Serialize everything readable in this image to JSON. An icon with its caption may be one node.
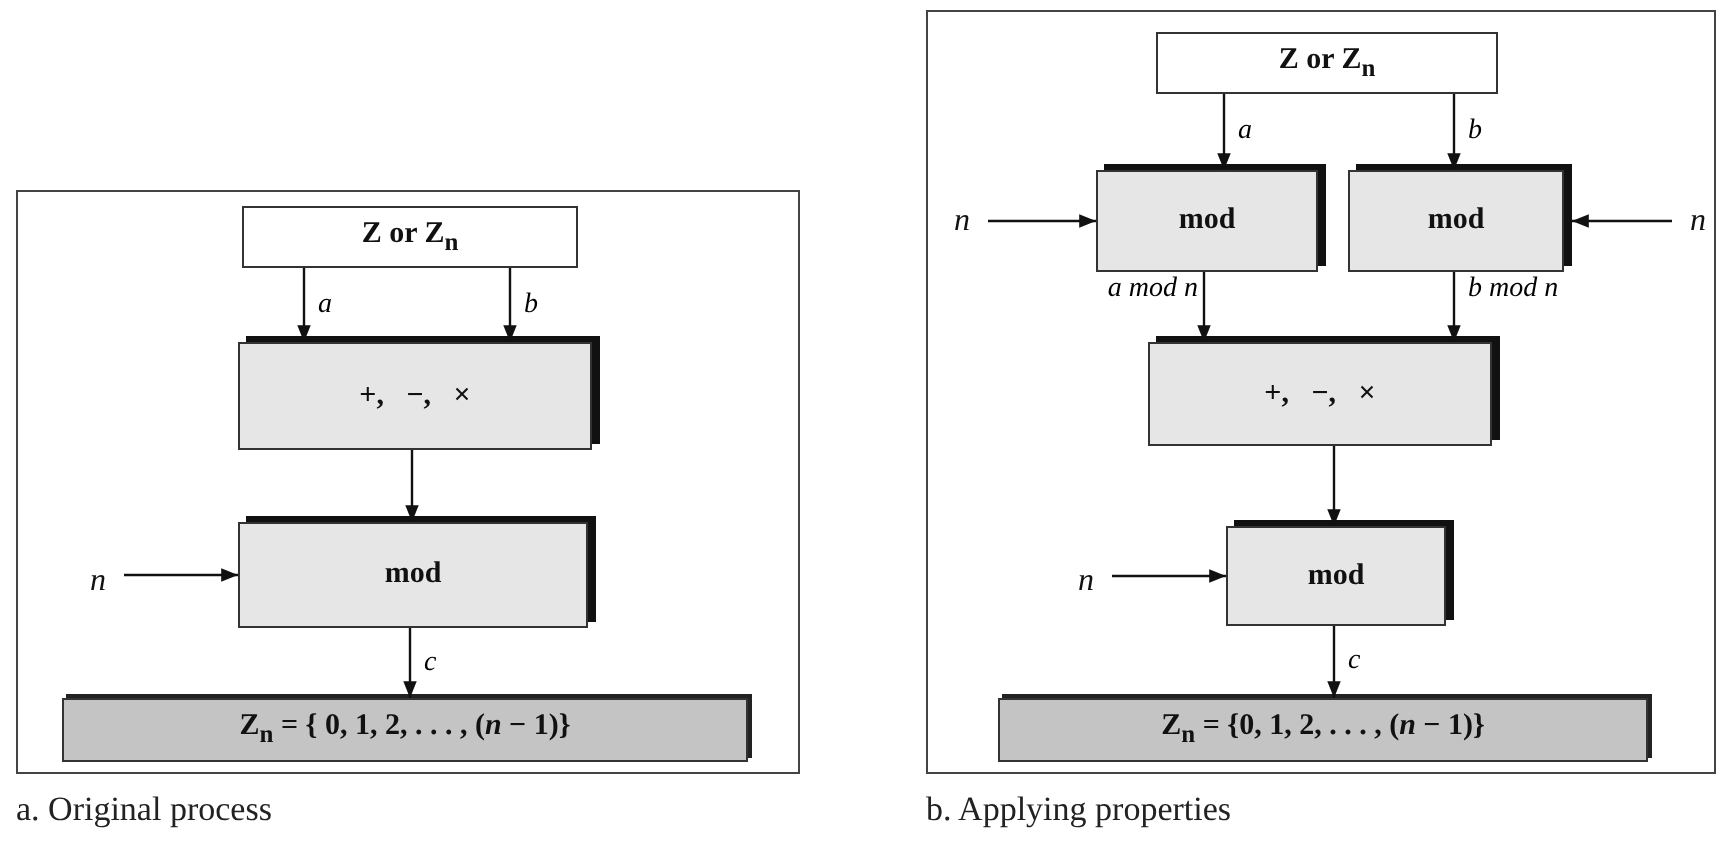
{
  "diagram": {
    "nodes": [
      {
        "text": [],
        "shape": "box",
        "beside": [
          "a. Original process"
        ]
      },
      {
        "text": [
          "Z or Z$_{n}$"
        ],
        "in": 0
      },
      {
        "text": [
          "+,   −,   ×"
        ],
        "in": 0
      },
      {
        "text": [
          "mod"
        ],
        "in": 0
      },
      {
        "text": [
          "n"
        ],
        "in": 0
      },
      {
        "text": [
          "Z$_{n}$ = { 0, 1, 2, . . . , (*n* − 1)}"
        ],
        "in": 0
      },
      {
        "text": [],
        "shape": "box",
        "beside": [
          "b. Applying properties"
        ]
      },
      {
        "text": [
          "Z or Z$_{n}$"
        ],
        "in": 6
      },
      {
        "text": [
          "n"
        ],
        "in": 6
      },
      {
        "text": [
          "mod"
        ],
        "in": 6
      },
      {
        "text": [
          "mod"
        ],
        "in": 6
      },
      {
        "text": [
          "n"
        ],
        "in": 6
      },
      {
        "text": [
          "+,   −,   ×"
        ],
        "in": 6
      },
      {
        "text": [
          "n"
        ],
        "in": 6
      },
      {
        "text": [
          "mod"
        ],
        "in": 6
      },
      {
        "text": [
          "Z$_{n}$ = {0, 1, 2, . . . , (*n* − 1)}"
        ],
        "in": 6
      }
    ],
    "edges": [
      {
        "from": 1,
        "to": 2,
        "arrow": "to",
        "label": "a"
      },
      {
        "from": 1,
        "to": 2,
        "arrow": "to",
        "label": "b"
      },
      {
        "from": 2,
        "to": 3,
        "arrow": "to"
      },
      {
        "from": 4,
        "to": 3,
        "arrow": "to"
      },
      {
        "from": 3,
        "to": 5,
        "arrow": "to",
        "label": "c"
      },
      {
        "from": 7,
        "to": 9,
        "arrow": "to",
        "label": "a"
      },
      {
        "from": 7,
        "to": 10,
        "arrow": "to",
        "label": "b"
      },
      {
        "from": 8,
        "to": 9,
        "arrow": "to"
      },
      {
        "from": 11,
        "to": 10,
        "arrow": "to"
      },
      {
        "from": 9,
        "to": 12,
        "arrow": "to",
        "label": "*a* mod *n*"
      },
      {
        "from": 10,
        "to": 12,
        "arrow": "to",
        "label": "*b* mod *n*"
      },
      {
        "from": 12,
        "to": 14,
        "arrow": "to"
      },
      {
        "from": 13,
        "to": 14,
        "arrow": "to"
      },
      {
        "from": 14,
        "to": 15,
        "arrow": "to",
        "label": "c"
      }
    ]
  }
}
